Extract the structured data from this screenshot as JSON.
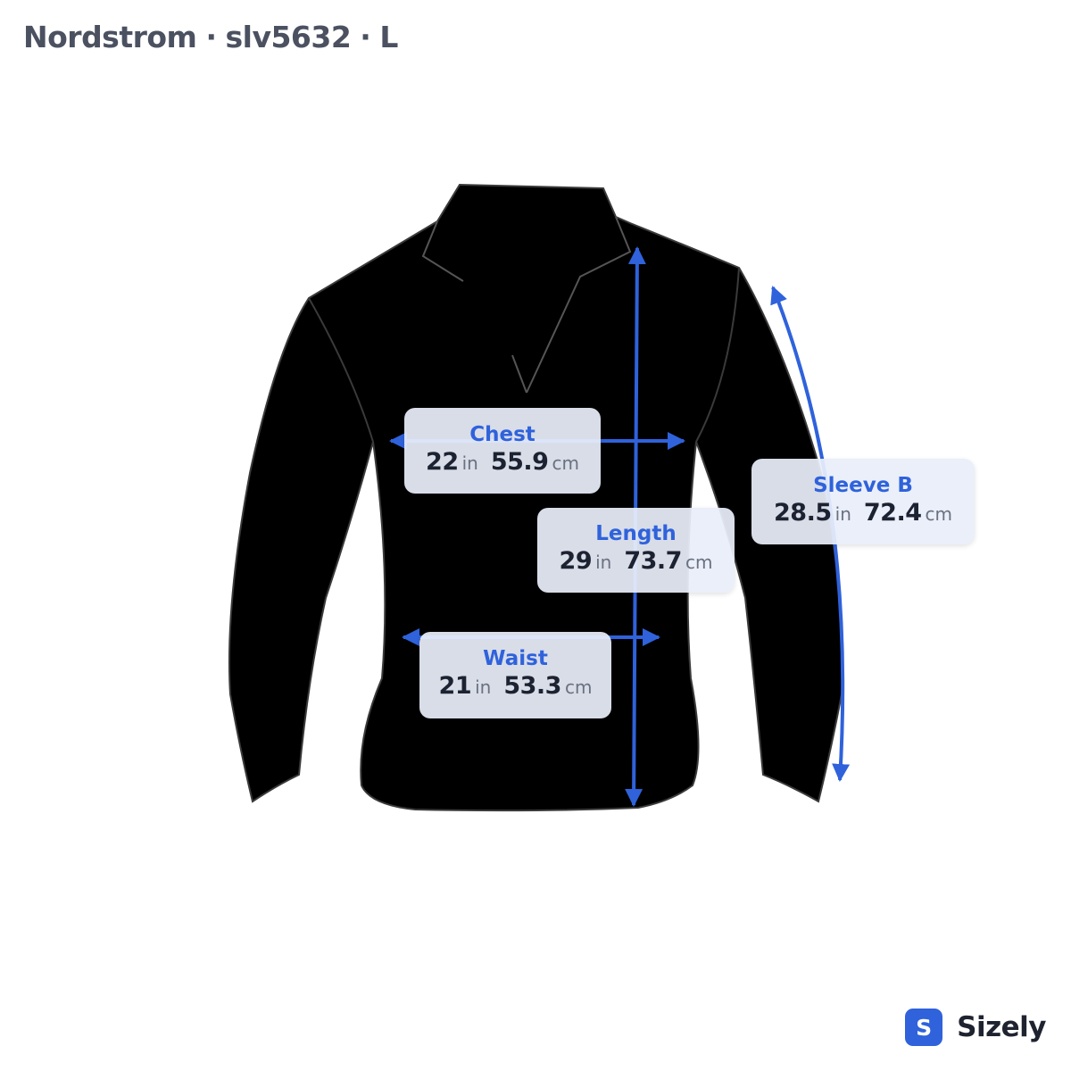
{
  "header": {
    "brand": "Nordstrom",
    "sku": "slv5632",
    "size": "L",
    "separator": "·"
  },
  "colors": {
    "accent": "#2f62db",
    "garment": "#000000",
    "label_bg": "#e8eefa"
  },
  "measurements": {
    "chest": {
      "name": "Chest",
      "in": "22",
      "in_unit": "in",
      "cm": "55.9",
      "cm_unit": "cm"
    },
    "length": {
      "name": "Length",
      "in": "29",
      "in_unit": "in",
      "cm": "73.7",
      "cm_unit": "cm"
    },
    "sleeve": {
      "name": "Sleeve B",
      "in": "28.5",
      "in_unit": "in",
      "cm": "72.4",
      "cm_unit": "cm"
    },
    "waist": {
      "name": "Waist",
      "in": "21",
      "in_unit": "in",
      "cm": "53.3",
      "cm_unit": "cm"
    }
  },
  "brand": {
    "logo_letter": "S",
    "name": "Sizely"
  }
}
